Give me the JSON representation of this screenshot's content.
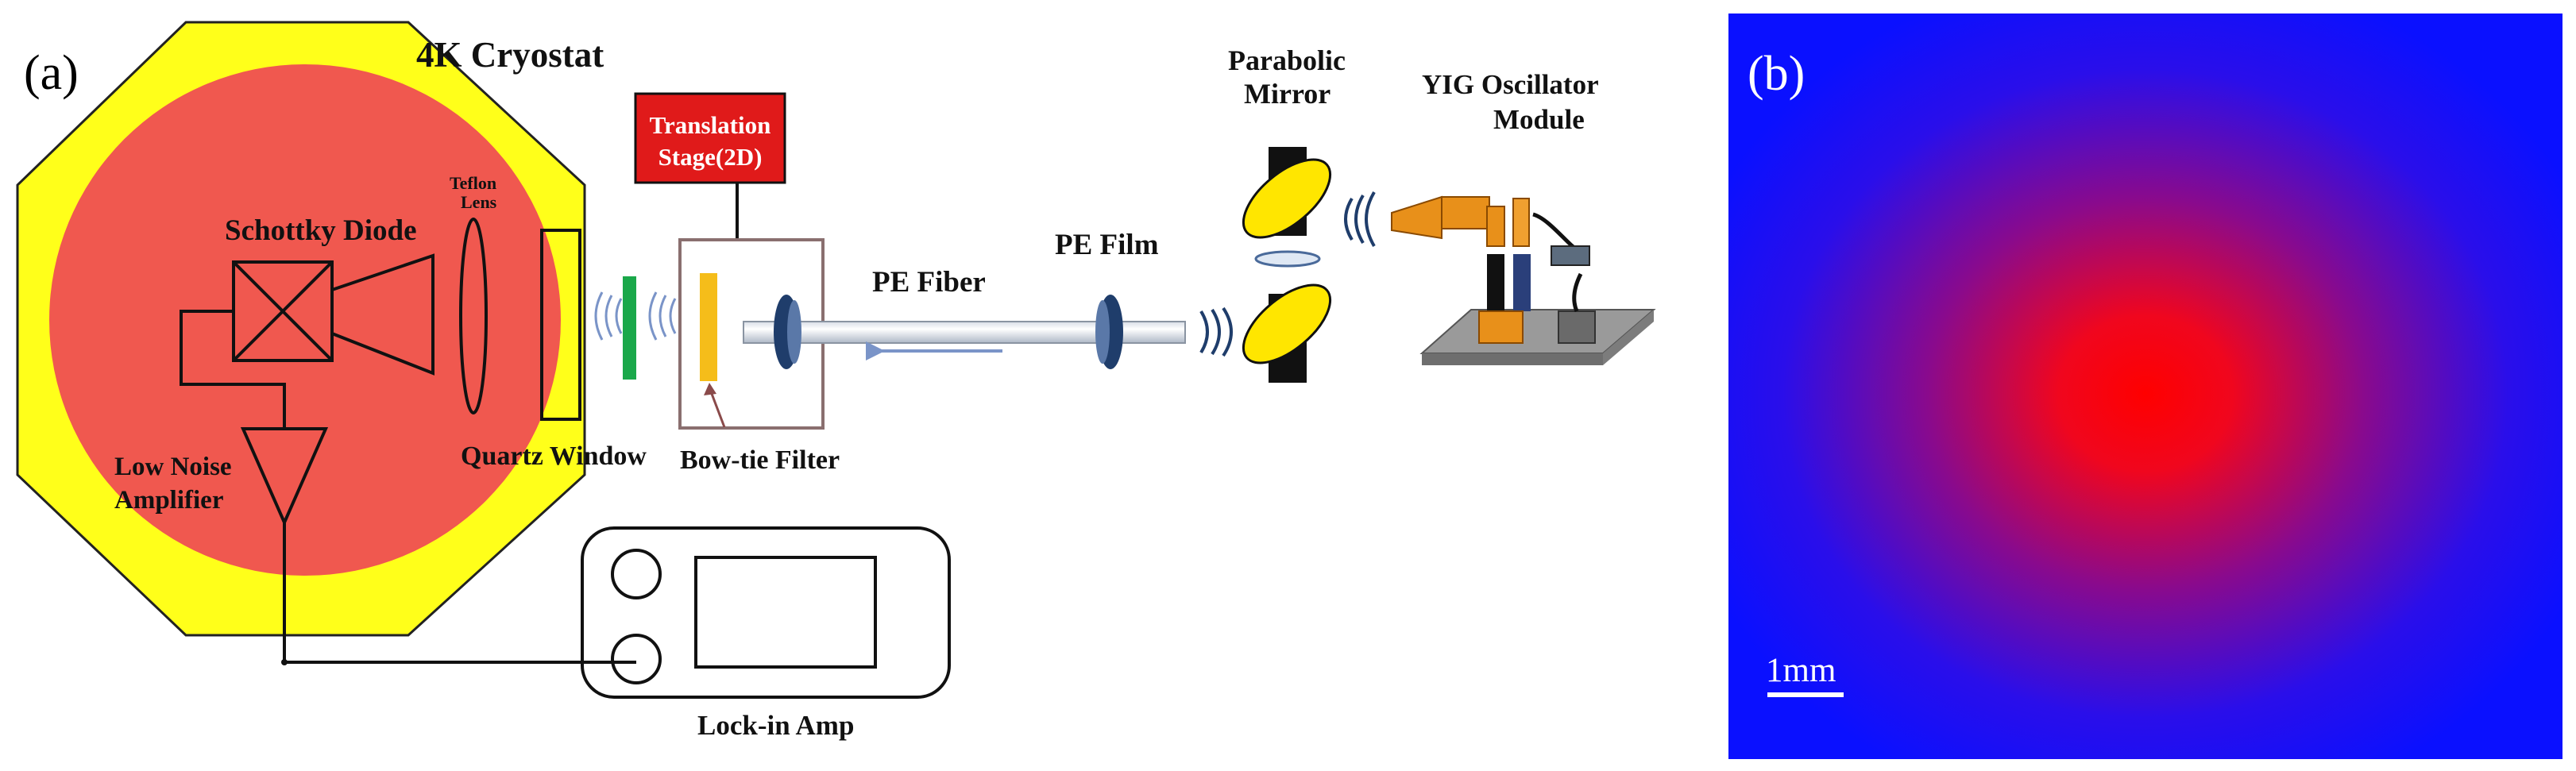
{
  "panel_a": {
    "panel_label": "(a)",
    "cryostat_label": "4K Cryostat",
    "schottky_label": "Schottky Diode",
    "teflon_label_line1": "Teflon",
    "teflon_label_line2": "Lens",
    "quartz_label": "Quartz Window",
    "lna_label_line1": "Low Noise",
    "lna_label_line2": "Amplifier",
    "translation_label_line1": "Translation",
    "translation_label_line2": "Stage(2D)",
    "bowtie_label": "Bow-tie Filter",
    "pe_fiber_label": "PE Fiber",
    "pe_film_label": "PE Film",
    "parabolic_label_line1": "Parabolic",
    "parabolic_label_line2": "Mirror",
    "yig_label_line1": "YIG Oscillator",
    "yig_label_line2": "Module",
    "lockin_label": "Lock-in Amp"
  },
  "panel_b": {
    "panel_label": "(b)",
    "scale_label": "1mm"
  },
  "colors": {
    "cryostat_outer": "#ffff1a",
    "cryostat_inner": "#f0584f",
    "stage_box": "#e01a1a",
    "filter_green": "#1aa84a",
    "bowtie_yellow": "#f5bd1a",
    "mirror_yellow": "#ffe600",
    "lens_navy": "#1f3d6b",
    "beam_map_center": "#ff0000",
    "beam_map_edge": "#0a10ff"
  }
}
